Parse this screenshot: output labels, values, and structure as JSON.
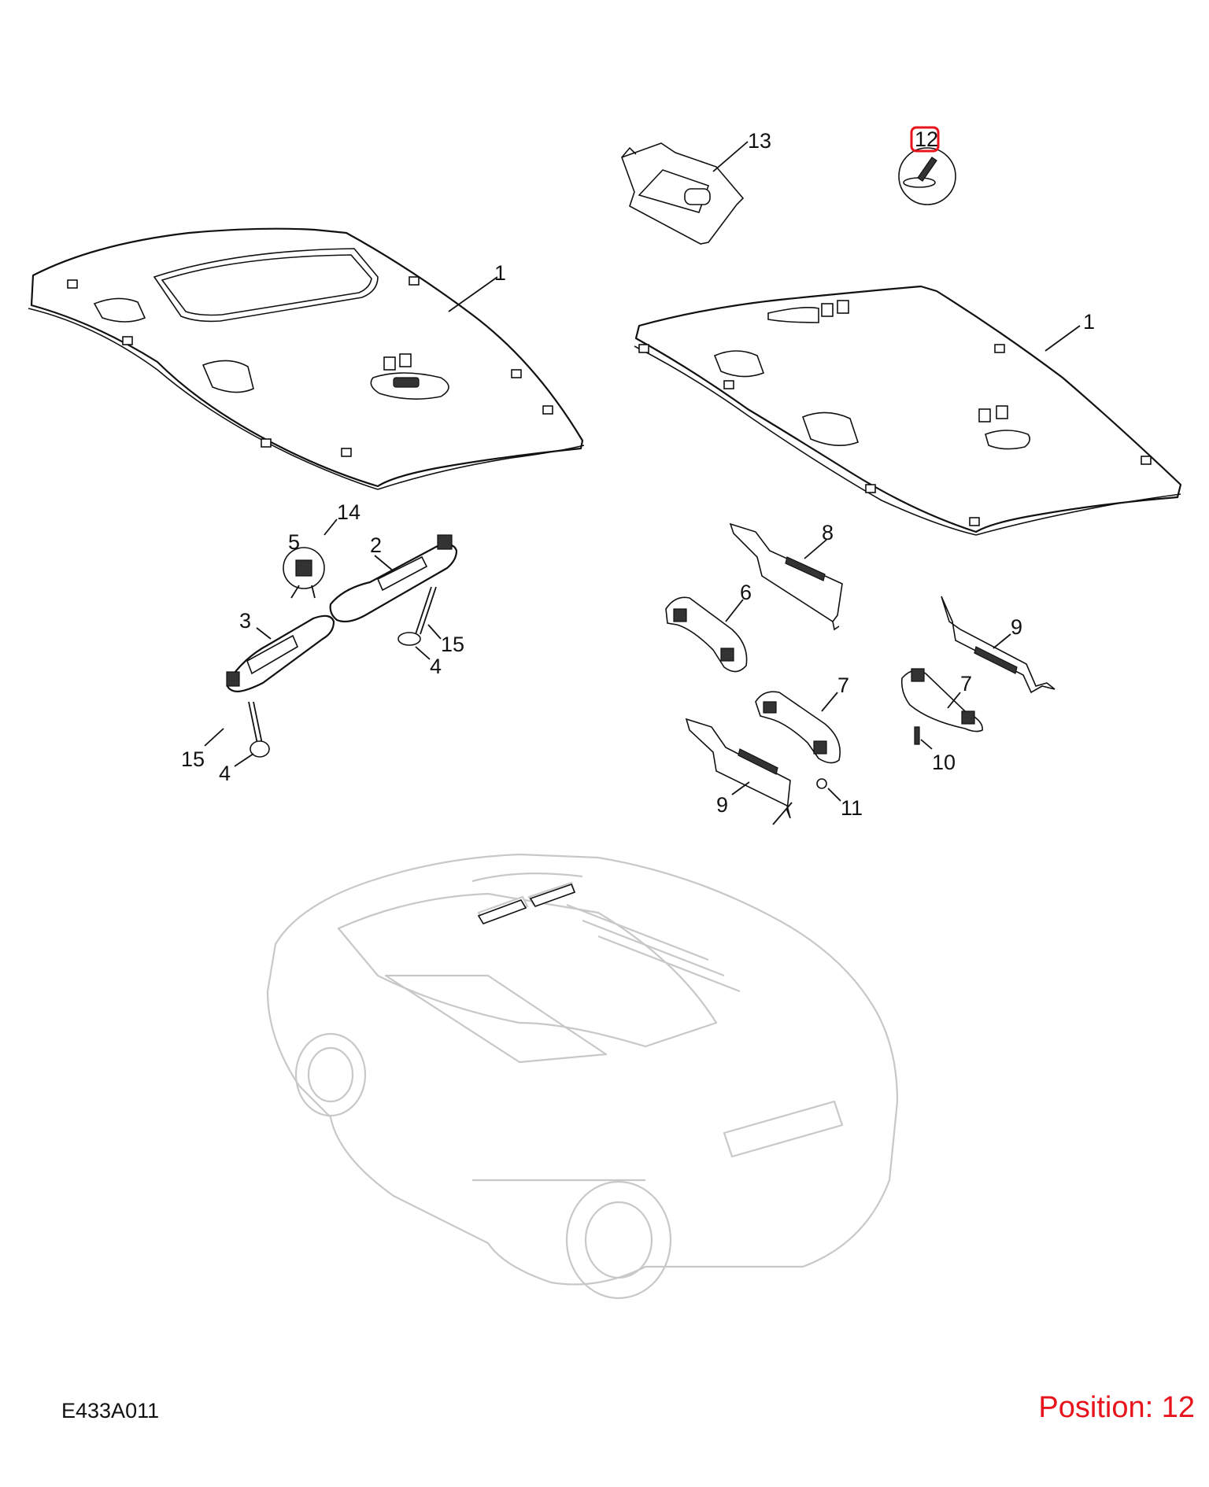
{
  "diagram": {
    "code": "E433A011",
    "position_label": "Position: 12",
    "highlight_color": "#e8141c",
    "highlighted_callout": "12",
    "callouts": {
      "c1_left": "1",
      "c1_right": "1",
      "c2": "2",
      "c3": "3",
      "c4_left": "4",
      "c4_right": "4",
      "c5": "5",
      "c6": "6",
      "c7_left": "7",
      "c7_right": "7",
      "c8": "8",
      "c9_left": "9",
      "c9_right": "9",
      "c10": "10",
      "c11": "11",
      "c12": "12",
      "c13": "13",
      "c14": "14",
      "c15_left": "15",
      "c15_right": "15"
    }
  }
}
